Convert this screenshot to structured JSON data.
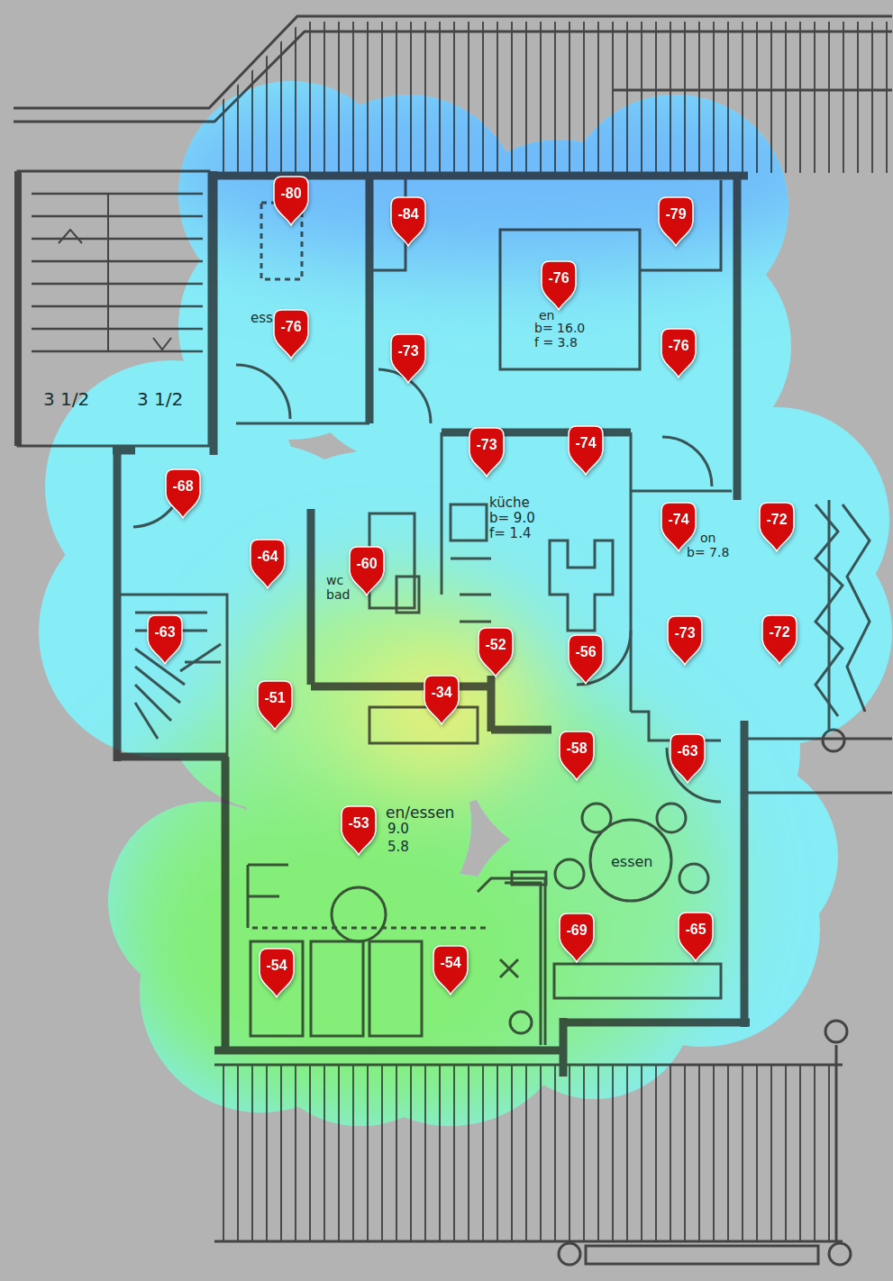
{
  "diagram": {
    "nodes": [
      {
        "text": [
          "-80"
        ]
      },
      {
        "text": [
          "-84"
        ]
      },
      {
        "text": [
          "-79"
        ]
      },
      {
        "text": [
          "-76"
        ]
      },
      {
        "text": [
          "-76"
        ]
      },
      {
        "text": [
          "-73"
        ]
      },
      {
        "text": [
          "-76"
        ]
      },
      {
        "text": [
          "-73"
        ]
      },
      {
        "text": [
          "-74"
        ]
      },
      {
        "text": [
          "-68"
        ]
      },
      {
        "text": [
          "-74"
        ]
      },
      {
        "text": [
          "-72"
        ]
      },
      {
        "text": [
          "-64"
        ]
      },
      {
        "text": [
          "-60"
        ]
      },
      {
        "text": [
          "-63"
        ]
      },
      {
        "text": [
          "-52"
        ]
      },
      {
        "text": [
          "-56"
        ]
      },
      {
        "text": [
          "-73"
        ]
      },
      {
        "text": [
          "-72"
        ]
      },
      {
        "text": [
          "-51"
        ]
      },
      {
        "text": [
          "-34"
        ]
      },
      {
        "text": [
          "-58"
        ]
      },
      {
        "text": [
          "-63"
        ]
      },
      {
        "text": [
          "-53"
        ]
      },
      {
        "text": [
          "-69"
        ]
      },
      {
        "text": [
          "-65"
        ]
      },
      {
        "text": [
          "-54"
        ]
      },
      {
        "text": [
          "-54"
        ]
      }
    ],
    "labels": [
      "3 1/2",
      "3 1/2",
      "ess",
      "en",
      "b= 16.0",
      "f = 3.8",
      "küche",
      "b= 9.0",
      "f= 1.4",
      "wc",
      "bad",
      "on",
      "b= 7.8",
      "en/essen",
      "9.0",
      "5.8",
      "essen"
    ]
  }
}
